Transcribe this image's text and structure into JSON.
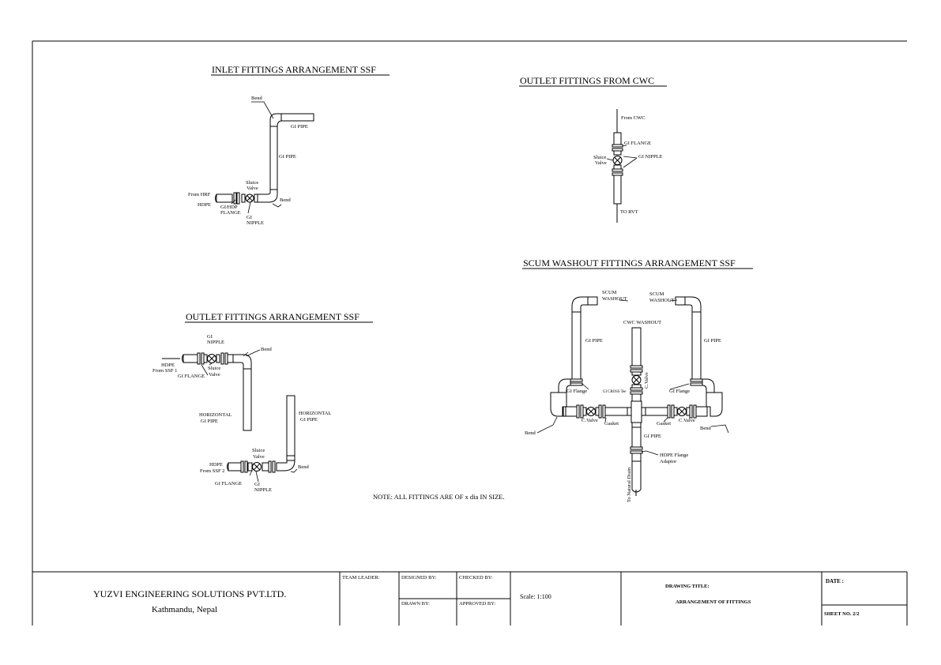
{
  "titles": {
    "inlet": "INLET FITTINGS ARRANGEMENT SSF",
    "outlet_cwc": "OUTLET  FITTINGS FROM CWC",
    "outlet_ssf": "OUTLET FITTINGS ARRANGEMENT SSF",
    "scum": "SCUM WASHOUT FITTINGS ARRANGEMENT SSF"
  },
  "inlet": {
    "bend_top": "Bend",
    "gi_pipe_top": "GI PIPE",
    "gi_pipe_vertical": "GI PIPE",
    "sluice_valve": [
      "Sluice",
      "Valve"
    ],
    "from_hrf": "From HRF",
    "hdpe": "HDPE",
    "gi_hdp_flange": [
      "GI/HDP",
      "FLANGE"
    ],
    "gi_nipple": [
      "GI",
      "NIPPLE"
    ],
    "bend_bottom": "Bend"
  },
  "cwc": {
    "from_cwc": "From CWC",
    "gi_flange": "GI FLANGE",
    "sluice_valve": [
      "Sluice",
      "Valve"
    ],
    "gi_nipple": "GI NIPPLE",
    "to_rvt": "TO RVT"
  },
  "outlet_ssf": {
    "gi_nipple_top": [
      "GI",
      "NIPPLE"
    ],
    "bend_top": "Bend",
    "hdpe_1": "HDPE",
    "from_ssf_1": "From SSF 1",
    "sluice_valve_1": [
      "Sluice",
      "Valve"
    ],
    "gi_flange_1": "GI FLANGE",
    "horizontal_left": [
      "HORIZONTAL",
      "GI PIPE"
    ],
    "horizontal_right": [
      "HORIZONTAL",
      "GI PIPE"
    ],
    "sluice_valve_2": [
      "Sluice",
      "Valve"
    ],
    "hdpe_2": "HDPE",
    "from_ssf_2": "From SSF 2",
    "bend_bottom": "Bend",
    "gi_flange_2": "GI FLANGE",
    "gi_nipple_bottom": [
      "GI",
      "NIPPLE"
    ]
  },
  "scum": {
    "scum_washout_left": [
      "SCUM",
      "WASHOUT"
    ],
    "scum_washout_right": [
      "SCUM",
      "WASHOUT"
    ],
    "cwc_washout": "CWC WASHOUT",
    "gi_pipe_left": "GI PIPE",
    "gi_pipe_right": "GI PIPE",
    "c_valve_vertical": "C.Valve",
    "gi_flange_left": "GI Flange",
    "gi_cross_tee": "GI CROSS Tee",
    "gi_flange_right": "GI Flange",
    "c_valve_left": "C.Valve",
    "gasket_left": "Gasket",
    "gasket_right": "Gasket",
    "c_valve_right": "C.Valve",
    "bend_left": "Bend",
    "bend_right": "Bend",
    "gi_pipe_bottom": "GI PIPE",
    "hdpe_flange_adaptor": [
      "HDPE Flange",
      "Adaptor"
    ],
    "to_natural_drain": "To Natural Drain"
  },
  "note": "NOTE: ALL FITTINGS ARE OF x dia IN SIZE.",
  "title_block": {
    "company": "YUZVI ENGINEERING SOLUTIONS PVT.LTD.",
    "location": "Kathmandu, Nepal",
    "team_leader": "TEAM LEADER:",
    "designed_by": "DESIGNED BY:",
    "checked_by": "CHECKED BY:",
    "drawn_by": "DRAWN BY:",
    "approved_by": "APPROVED BY:",
    "scale": "Scale: 1:100",
    "drawing_title_label": "DRAWING TITLE:",
    "drawing_title": "ARRANGEMENT OF FITTINGS",
    "date": "DATE :",
    "sheet_no": "SHEET NO. 2/2"
  }
}
